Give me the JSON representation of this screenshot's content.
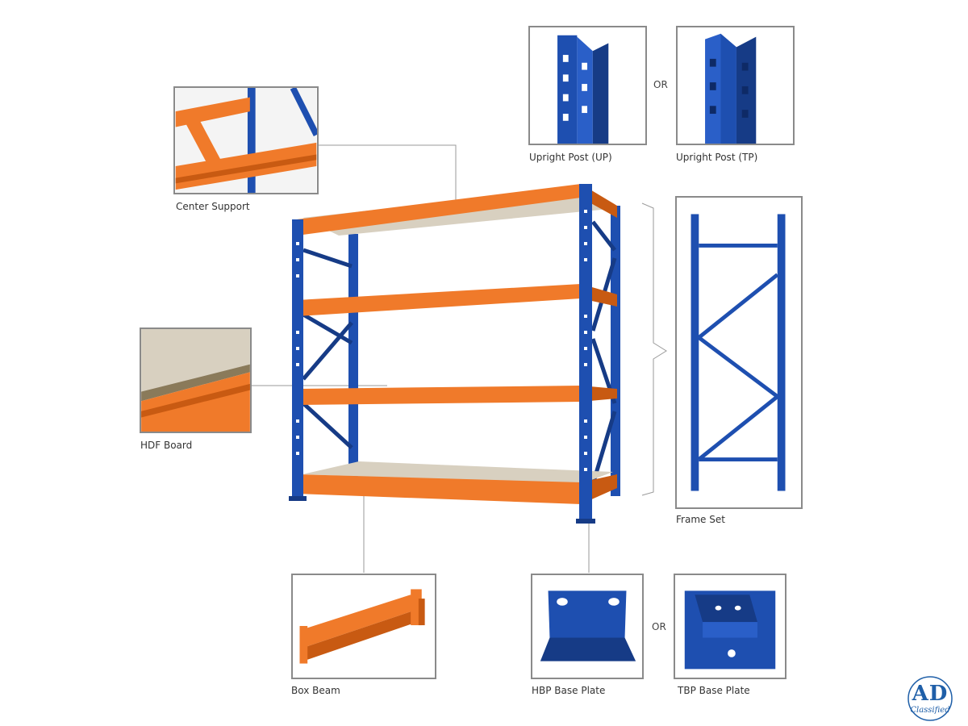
{
  "colors": {
    "orange": "#f07a2a",
    "orange_dark": "#c85a12",
    "blue": "#1e4fb0",
    "blue_dark": "#163b86",
    "board": "#d8d0c0",
    "border": "#8a8a8a"
  },
  "callouts": {
    "upright_up": "Upright Post (UP)",
    "upright_tp": "Upright Post (TP)",
    "center_support": "Center Support",
    "hdf_board": "HDF Board",
    "frame_set": "Frame Set",
    "box_beam": "Box Beam",
    "hbp_base_plate": "HBP Base Plate",
    "tbp_base_plate": "TBP Base Plate",
    "or_top": "OR",
    "or_bottom": "OR"
  },
  "logo": {
    "text": "AD",
    "sub": "Classified"
  }
}
